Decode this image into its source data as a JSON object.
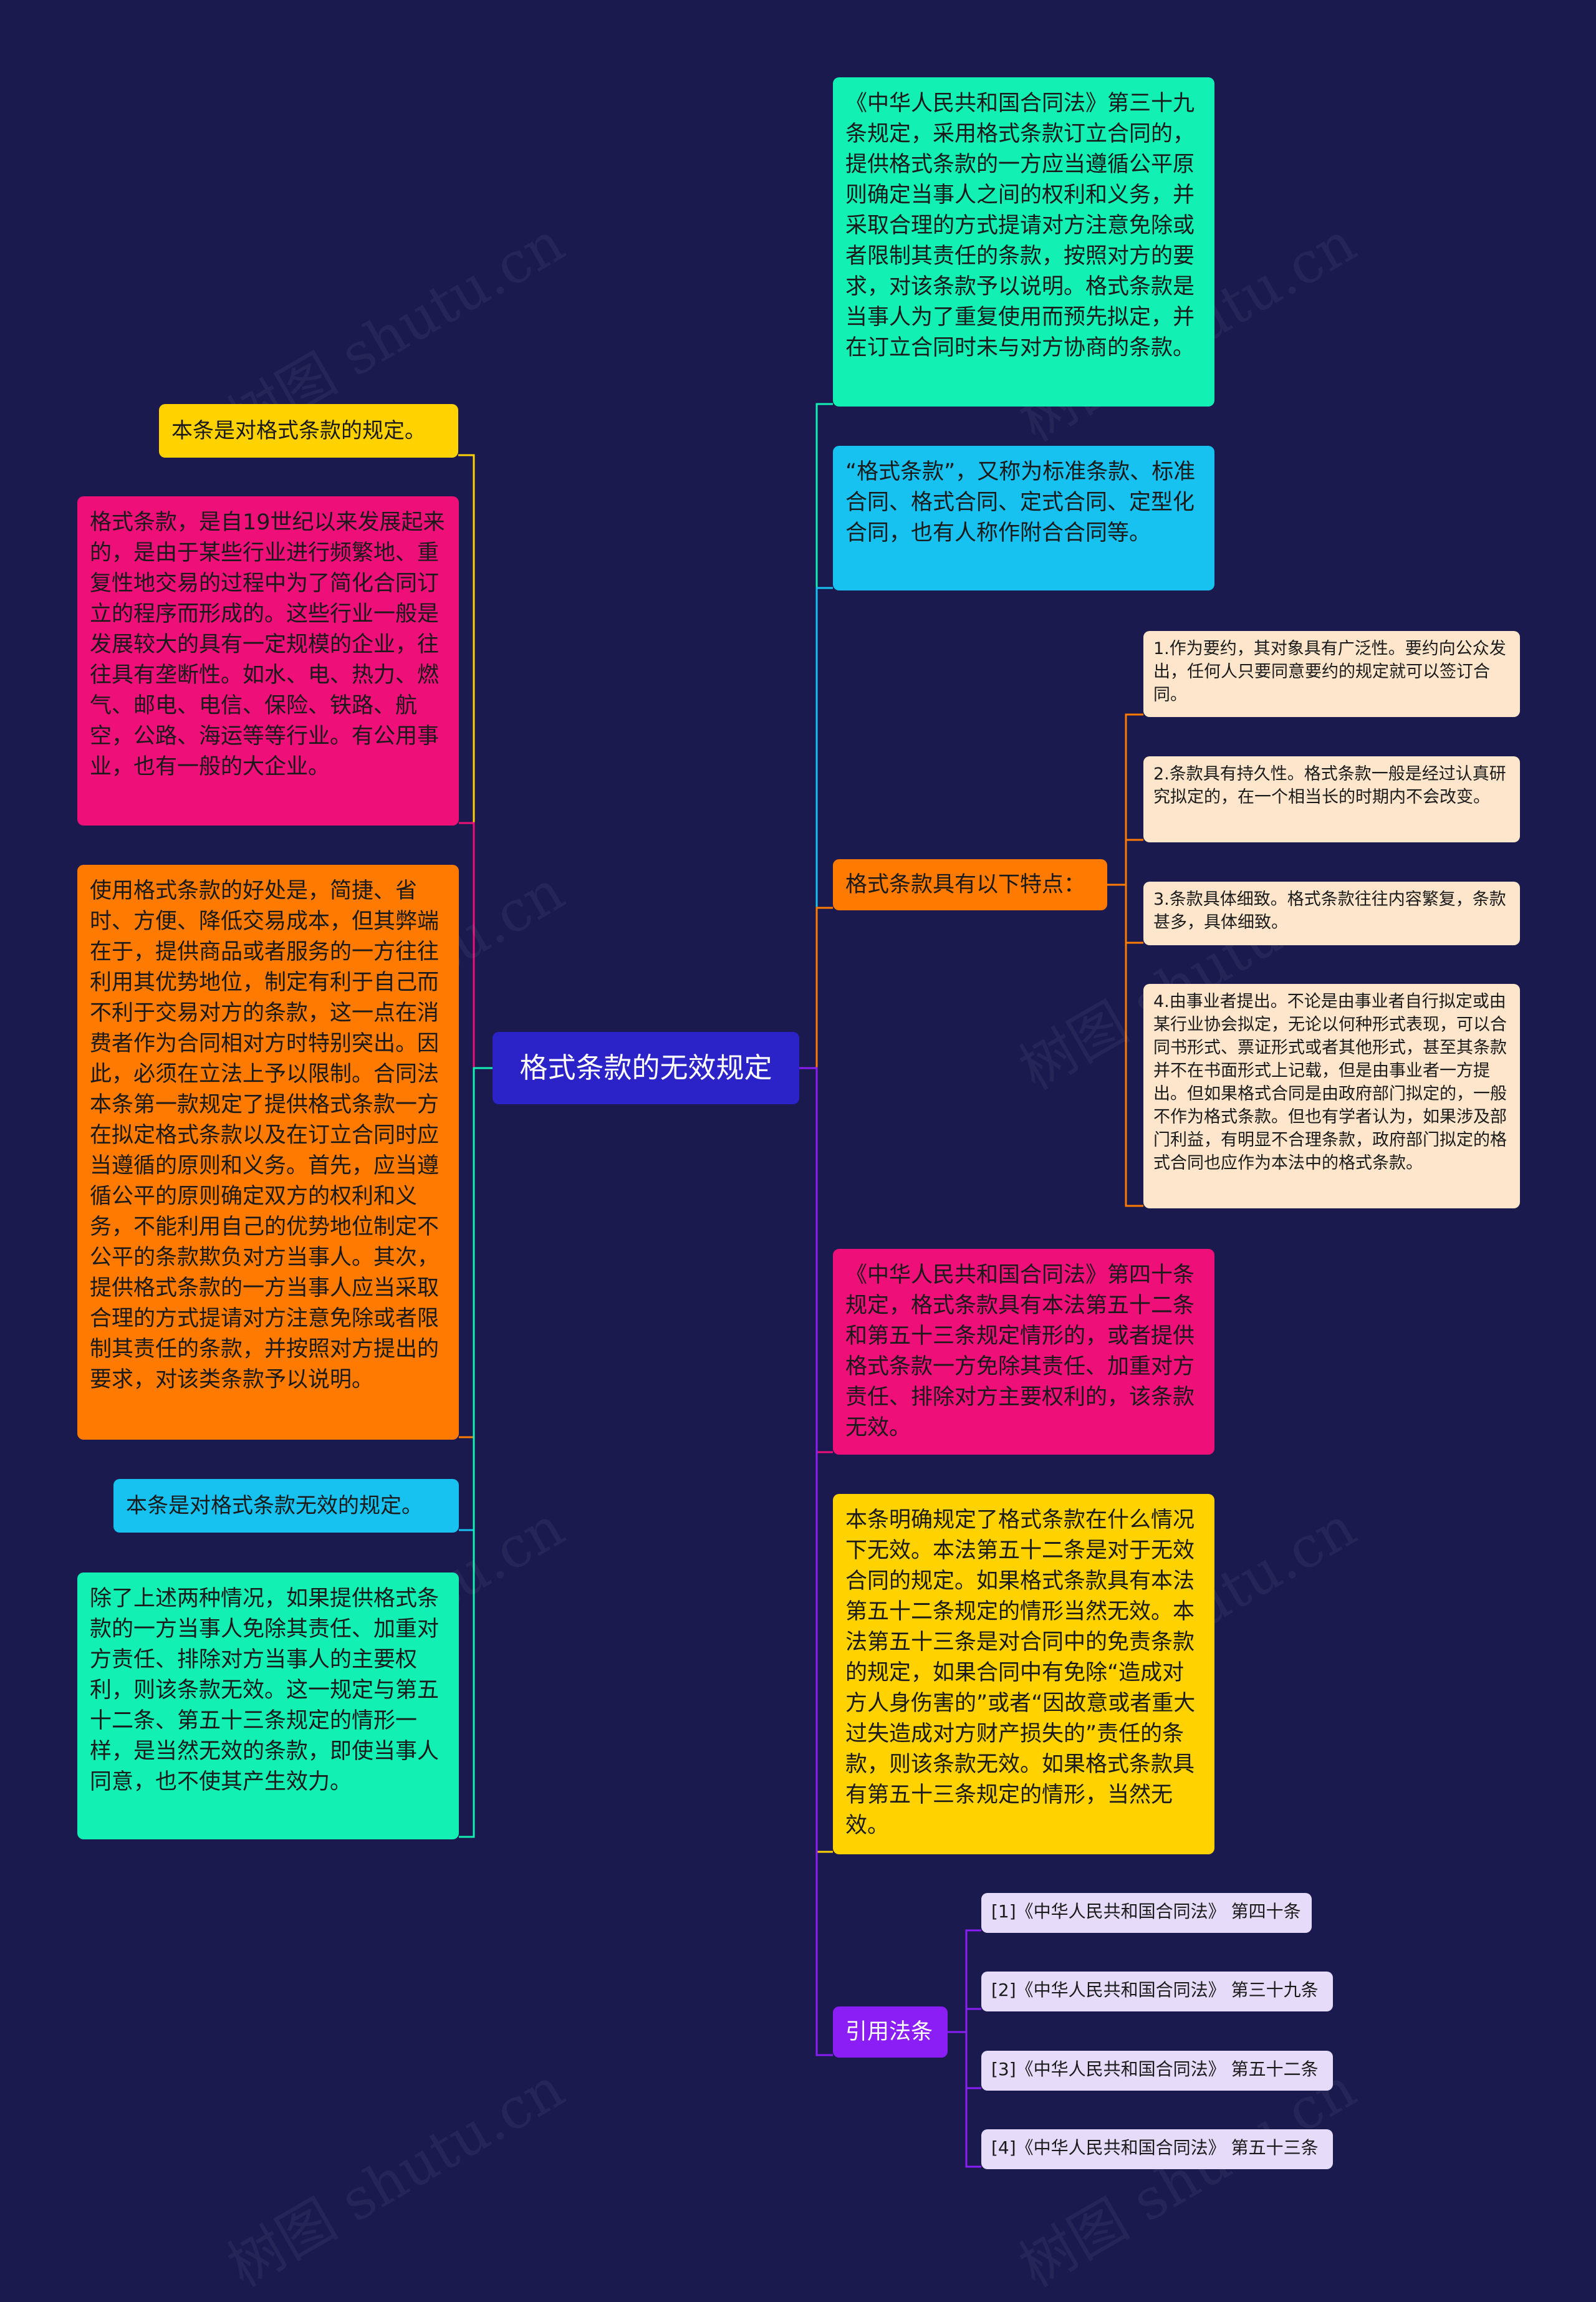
{
  "root": {
    "title": "格式条款的无效规定",
    "color": "#2b22c8"
  },
  "left": [
    {
      "id": "l1",
      "text": "本条是对格式条款的规定。",
      "color": "#ffd200"
    },
    {
      "id": "l2",
      "text": "格式条款，是自19世纪以来发展起来的，是由于某些行业进行频繁地、重复性地交易的过程中为了简化合同订立的程序而形成的。这些行业一般是发展较大的具有一定规模的企业，往往具有垄断性。如水、电、热力、燃气、邮电、电信、保险、铁路、航空，公路、海运等等行业。有公用事业，也有一般的大企业。",
      "color": "#ee0f78"
    },
    {
      "id": "l3",
      "text": "使用格式条款的好处是，简捷、省时、方便、降低交易成本，但其弊端在于，提供商品或者服务的一方往往利用其优势地位，制定有利于自己而不利于交易对方的条款，这一点在消费者作为合同相对方时特别突出。因此，必须在立法上予以限制。合同法本条第一款规定了提供格式条款一方在拟定格式条款以及在订立合同时应当遵循的原则和义务。首先，应当遵循公平的原则确定双方的权利和义务，不能利用自己的优势地位制定不公平的条款欺负对方当事人。其次，提供格式条款的一方当事人应当采取合理的方式提请对方注意免除或者限制其责任的条款，并按照对方提出的要求，对该类条款予以说明。",
      "color": "#ff7a00"
    },
    {
      "id": "l4",
      "text": "本条是对格式条款无效的规定。",
      "color": "#17c1f0"
    },
    {
      "id": "l5",
      "text": "除了上述两种情况，如果提供格式条款的一方当事人免除其责任、加重对方责任、排除对方当事人的主要权利，则该条款无效。这一规定与第五十二条、第五十三条规定的情形一样，是当然无效的条款，即使当事人同意，也不使其产生效力。",
      "color": "#12f0b4"
    }
  ],
  "right": [
    {
      "id": "r1",
      "text": "《中华人民共和国合同法》第三十九条规定，采用格式条款订立合同的，提供格式条款的一方应当遵循公平原则确定当事人之间的权利和义务，并采取合理的方式提请对方注意免除或者限制其责任的条款，按照对方的要求，对该条款予以说明。格式条款是当事人为了重复使用而预先拟定，并在订立合同时未与对方协商的条款。",
      "color": "#12f0b4"
    },
    {
      "id": "r2",
      "text": "“格式条款”，又称为标准条款、标准合同、格式合同、定式合同、定型化合同，也有人称作附合合同等。",
      "color": "#17c1f0"
    },
    {
      "id": "r3",
      "text": "格式条款具有以下特点：",
      "color": "#ff7a00"
    },
    {
      "id": "r4",
      "text": "《中华人民共和国合同法》第四十条规定，格式条款具有本法第五十二条和第五十三条规定情形的，或者提供格式条款一方免除其责任、加重对方责任、排除对方主要权利的，该条款无效。",
      "color": "#ee0f78"
    },
    {
      "id": "r5",
      "text": "本条明确规定了格式条款在什么情况下无效。本法第五十二条是对于无效合同的规定。如果格式条款具有本法第五十二条规定的情形当然无效。本法第五十三条是对合同中的免责条款的规定，如果合同中有免除“造成对方人身伤害的”或者“因故意或者重大过失造成对方财产损失的”责任的条款，则该条款无效。如果格式条款具有第五十三条规定的情形，当然无效。",
      "color": "#ffd200"
    },
    {
      "id": "r6",
      "text": "引用法条",
      "color": "#8a1ef5"
    }
  ],
  "features": [
    "1.作为要约，其对象具有广泛性。要约向公众发出，任何人只要同意要约的规定就可以签订合同。",
    "2.条款具有持久性。格式条款一般是经过认真研究拟定的，在一个相当长的时期内不会改变。",
    "3.条款具体细致。格式条款往往内容繁复，条款甚多，具体细致。",
    "4.由事业者提出。不论是由事业者自行拟定或由某行业协会拟定，无论以何种形式表现，可以合同书形式、票证形式或者其他形式，甚至其条款并不在书面形式上记载，但是由事业者一方提出。但如果格式合同是由政府部门拟定的，一般不作为格式条款。但也有学者认为，如果涉及部门利益，有明显不合理条款，政府部门拟定的格式合同也应作为本法中的格式条款。"
  ],
  "references": [
    "[1]《中华人民共和国合同法》 第四十条",
    "[2]《中华人民共和国合同法》 第三十九条",
    "[3]《中华人民共和国合同法》 第五十二条",
    "[4]《中华人民共和国合同法》 第五十三条"
  ],
  "colors": {
    "background": "#1a1a4e",
    "feature_box": "#fde6cc",
    "reference_box": "#e6dcfa"
  },
  "watermark": "树图 shutu.cn"
}
